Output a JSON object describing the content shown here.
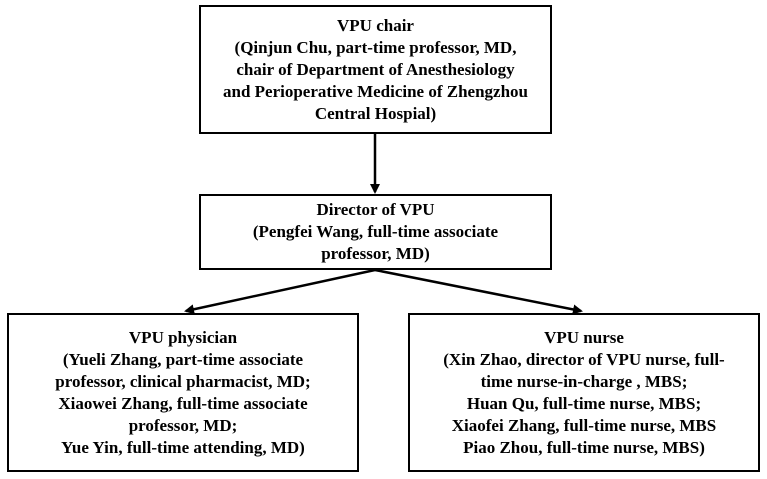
{
  "chair": {
    "title": "VPU chair",
    "lines": [
      "(Qinjun Chu, part-time professor, MD,",
      "chair of Department of Anesthesiology",
      "and Perioperative Medicine of Zhengzhou",
      "Central Hospial)"
    ]
  },
  "director": {
    "title": "Director of VPU",
    "lines": [
      "(Pengfei Wang, full-time associate",
      "professor, MD)"
    ]
  },
  "physician": {
    "title": "VPU physician",
    "lines": [
      "(Yueli Zhang, part-time associate",
      "professor, clinical pharmacist, MD;",
      "Xiaowei Zhang, full-time associate",
      "professor, MD;",
      "Yue Yin, full-time attending, MD)"
    ]
  },
  "nurse": {
    "title": "VPU nurse",
    "lines": [
      "(Xin Zhao, director of VPU nurse, full-",
      "time nurse-in-charge , MBS;",
      "Huan Qu, full-time nurse, MBS;",
      "Xiaofei Zhang, full-time nurse, MBS",
      "Piao Zhou, full-time nurse, MBS)"
    ]
  },
  "colors": {
    "line": "#000000",
    "box_border": "#000000",
    "background": "#ffffff"
  }
}
